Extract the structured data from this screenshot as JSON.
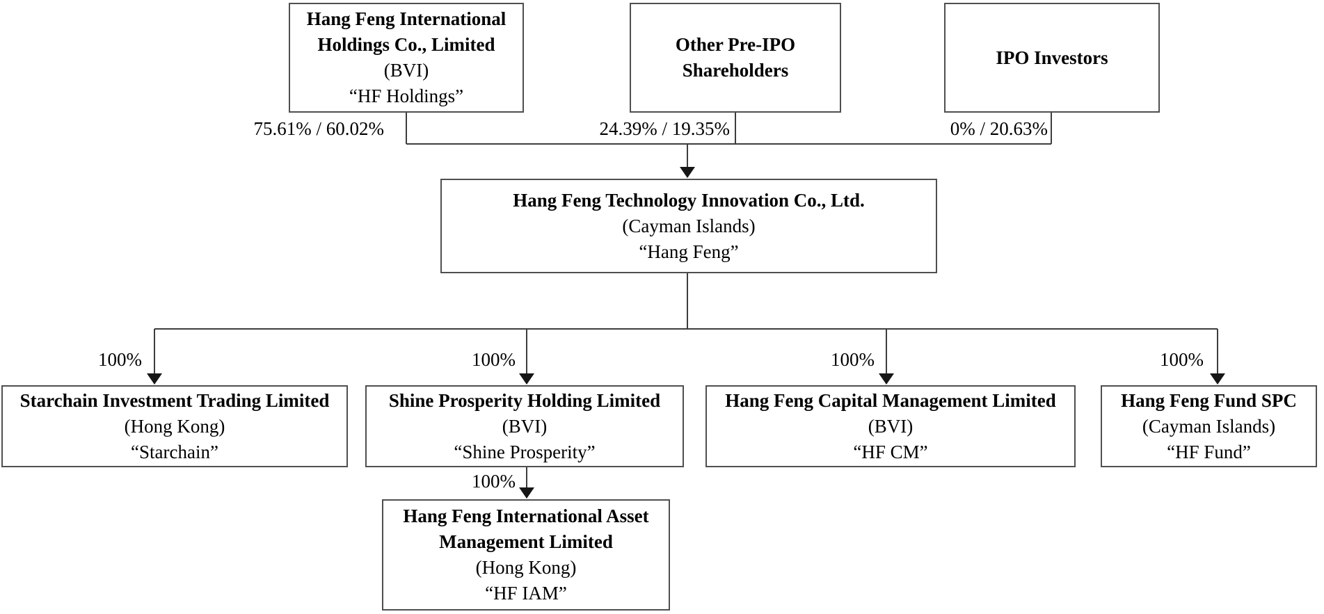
{
  "entities": {
    "hf_holdings": {
      "name_line1": "Hang Feng International",
      "name_line2": "Holdings Co., Limited",
      "jurisdiction": "(BVI)",
      "alias": "“HF Holdings”"
    },
    "other_pre_ipo": {
      "name_line1": "Other Pre-IPO",
      "name_line2": "Shareholders"
    },
    "ipo_investors": {
      "name": "IPO Investors"
    },
    "hang_feng": {
      "name": "Hang Feng Technology Innovation Co., Ltd.",
      "jurisdiction": "(Cayman Islands)",
      "alias": "“Hang Feng”"
    },
    "starchain": {
      "name": "Starchain Investment Trading Limited",
      "jurisdiction": "(Hong Kong)",
      "alias": "“Starchain”"
    },
    "shine_prosperity": {
      "name": "Shine Prosperity Holding Limited",
      "jurisdiction": "(BVI)",
      "alias": "“Shine Prosperity”"
    },
    "hf_cm": {
      "name": "Hang Feng Capital Management Limited",
      "jurisdiction": "(BVI)",
      "alias": "“HF CM”"
    },
    "hf_fund": {
      "name": "Hang Feng Fund SPC",
      "jurisdiction": "(Cayman Islands)",
      "alias": "“HF Fund”"
    },
    "hf_iam": {
      "name_line1": "Hang Feng International Asset",
      "name_line2": "Management Limited",
      "jurisdiction": "(Hong Kong)",
      "alias": "“HF IAM”"
    }
  },
  "ownership_labels": {
    "hf_holdings_to_hang_feng": "75.61% / 60.02%",
    "other_pre_ipo_to_hang_feng": "24.39% / 19.35%",
    "ipo_investors_to_hang_feng": "0% / 20.63%",
    "hang_feng_to_starchain": "100%",
    "hang_feng_to_shine_prosperity": "100%",
    "hang_feng_to_hf_cm": "100%",
    "hang_feng_to_hf_fund": "100%",
    "shine_prosperity_to_hf_iam": "100%"
  },
  "colors": {
    "background": "#ffffff",
    "text": "#000000",
    "line": "#3d3d3d",
    "box_border": "#4f4f4f",
    "arrow": "#161616"
  }
}
